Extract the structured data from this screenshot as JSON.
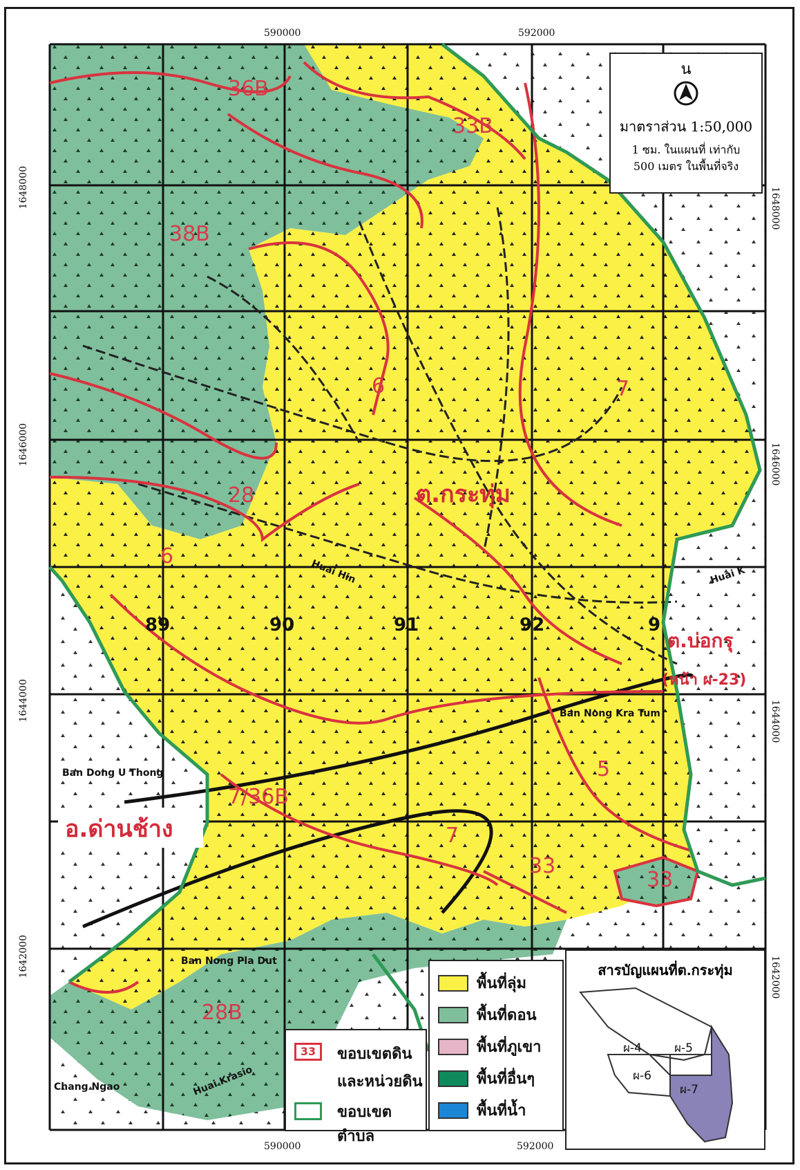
{
  "map": {
    "coord_labels": {
      "top": [
        "590000",
        "592000"
      ],
      "bottom": [
        "590000",
        "592000"
      ],
      "left": [
        "1648000",
        "1646000",
        "1644000",
        "1642000"
      ],
      "right": [
        "1648000",
        "1646000",
        "1644000",
        "1642000"
      ]
    },
    "soil_labels": [
      "36B",
      "33B",
      "38B",
      "6",
      "7",
      "28",
      "6",
      "5",
      "7/36B",
      "7",
      "33",
      "33",
      "28B"
    ],
    "tambon_labels": {
      "kratum": "ต.กระทุ่ม",
      "bokru": "ต.บ่อกรุ",
      "bokru_page": "(หน้า ผ-23)",
      "danchang": "อ.ด่านช้าง"
    },
    "grid_numbers": [
      "89",
      "90",
      "91",
      "92",
      "9"
    ],
    "village_names": [
      "Ban Nong Kra Tum",
      "Ban Dong U Thong",
      "Ban Nong Pla Dut",
      "Huai Hin",
      "Huai K",
      "Huai Krasio",
      "Chang Ngao"
    ],
    "colors": {
      "lowland": "#fbf046",
      "upland": "#7fbf9c",
      "soil_boundary": "#d9333f",
      "tambon_boundary": "#2f9a57",
      "mountain": "#e7b5c8",
      "other": "#0f8a5c",
      "water": "#1c86d6"
    }
  },
  "north_box": {
    "north_letter": "น",
    "scale": "มาตราส่วน 1:50,000",
    "note_line1": "1 ซม. ในแผนที่ เท่ากับ",
    "note_line2": "500 เมตร ในพื้นที่จริง"
  },
  "legend_boundary": {
    "soil_code": "33",
    "soil_line1": "ขอบเขตดิน",
    "soil_line2": "และหน่วยดิน",
    "tambon": "ขอบเขตตำบล"
  },
  "legend_landuse": {
    "items": [
      {
        "label": "พื้นที่ลุ่ม",
        "color": "#fbf046"
      },
      {
        "label": "พื้นที่ดอน",
        "color": "#7fbf9c"
      },
      {
        "label": "พื้นที่ภูเขา",
        "color": "#e7b5c8"
      },
      {
        "label": "พื้นที่อื่นๆ",
        "color": "#0f8a5c"
      },
      {
        "label": "พื้นที่น้ำ",
        "color": "#1c86d6"
      }
    ]
  },
  "index_map": {
    "title": "สารบัญแผนที่ต.กระทุ่ม",
    "sheets": [
      "ผ-4",
      "ผ-5",
      "ผ-6",
      "ผ-7"
    ],
    "highlight_color": "#8a83b8"
  }
}
